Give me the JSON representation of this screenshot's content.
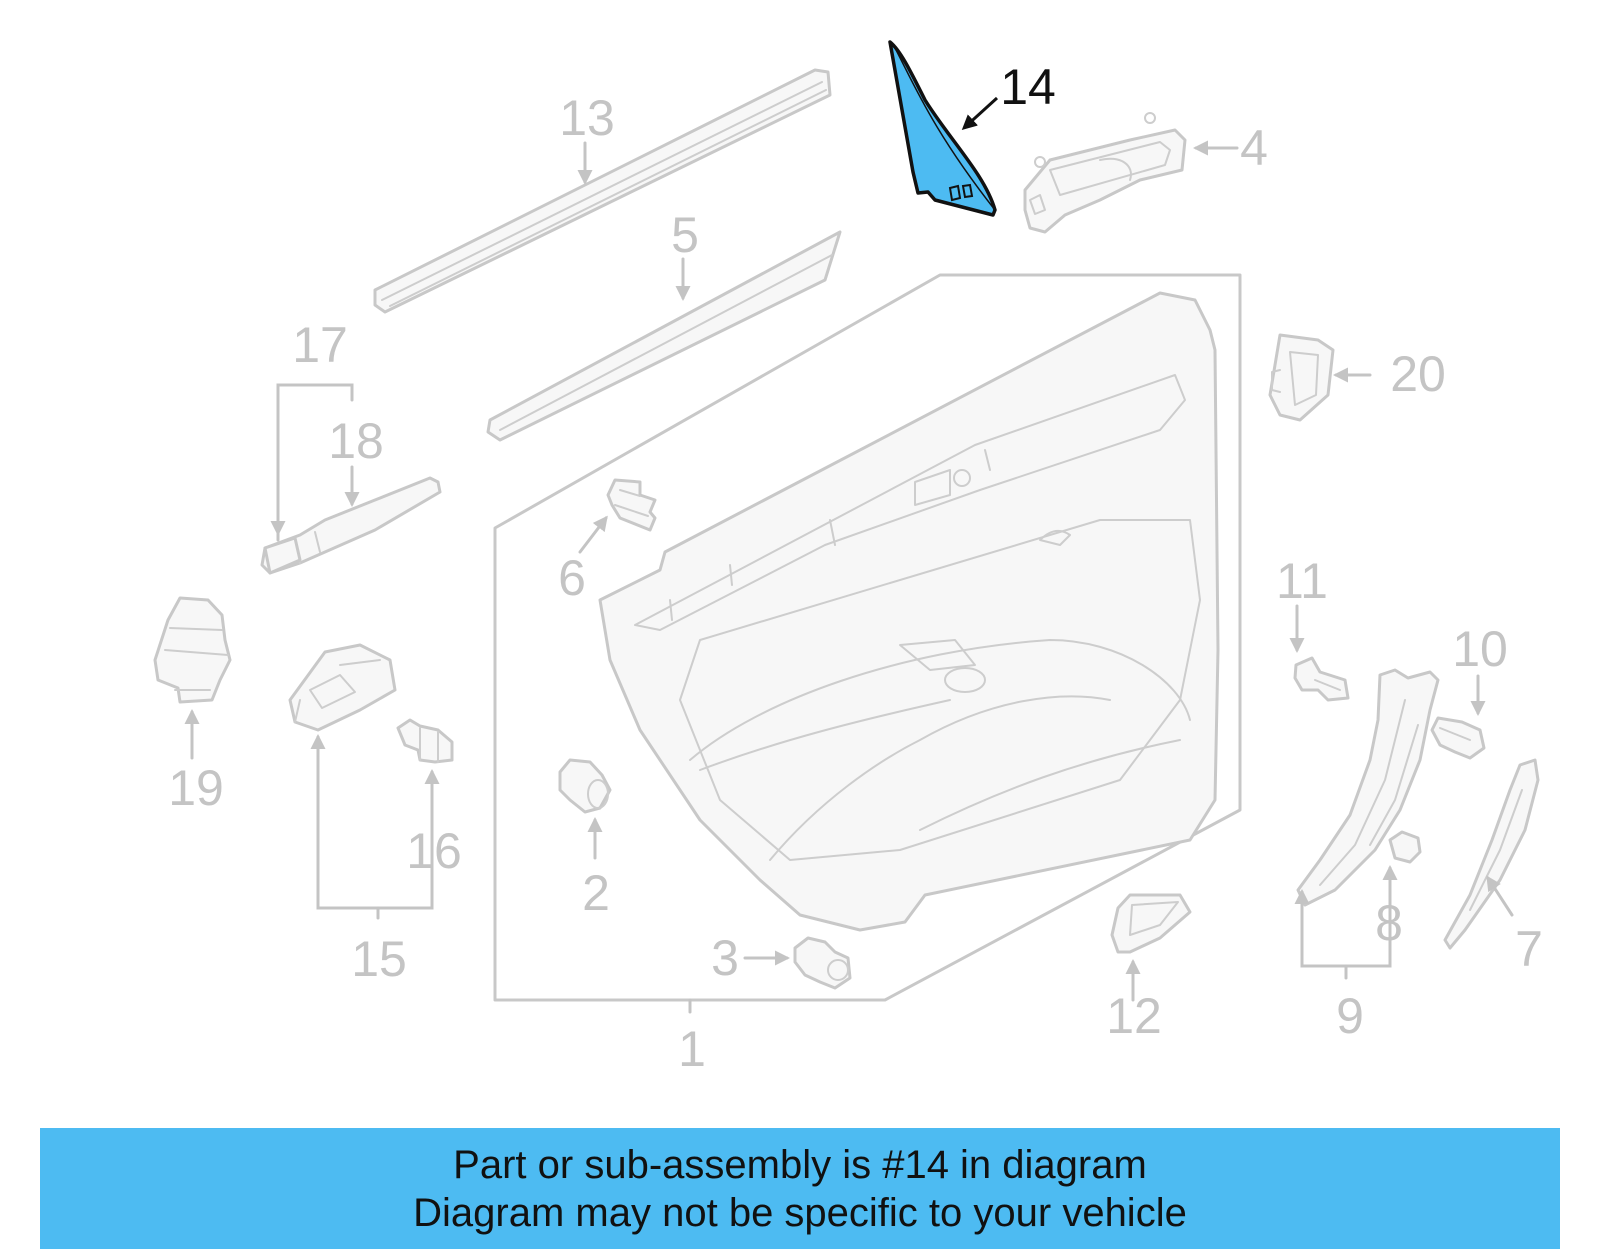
{
  "diagram": {
    "highlighted_part": "14",
    "highlight_color": "#4dbbf2",
    "callout_numbers": {
      "n1": "1",
      "n2": "2",
      "n3": "3",
      "n4": "4",
      "n5": "5",
      "n6": "6",
      "n7": "7",
      "n8": "8",
      "n9": "9",
      "n10": "10",
      "n11": "11",
      "n12": "12",
      "n13": "13",
      "n14": "14",
      "n15": "15",
      "n16": "16",
      "n17": "17",
      "n18": "18",
      "n19": "19",
      "n20": "20"
    }
  },
  "banner": {
    "line1": "Part or sub-assembly is #14 in diagram",
    "line2": "Diagram may not be specific to your vehicle",
    "background": "#4dbbf2"
  }
}
